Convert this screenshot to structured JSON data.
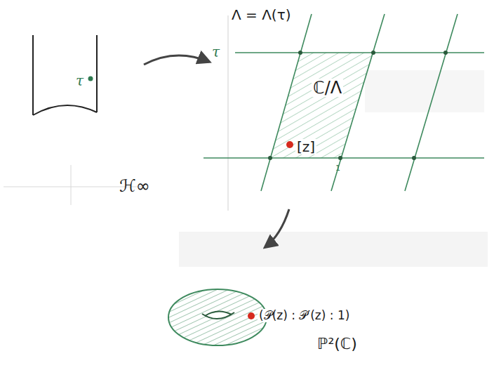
{
  "diagram": {
    "labels": [
      "τ",
      "ℋ∞",
      "Λ = Λ(τ)",
      "τ",
      "ℂ/Λ",
      "[z]",
      "1",
      "(𝒫(z) : 𝒫′(z) : 1)",
      "ℙ²(ℂ)"
    ]
  }
}
